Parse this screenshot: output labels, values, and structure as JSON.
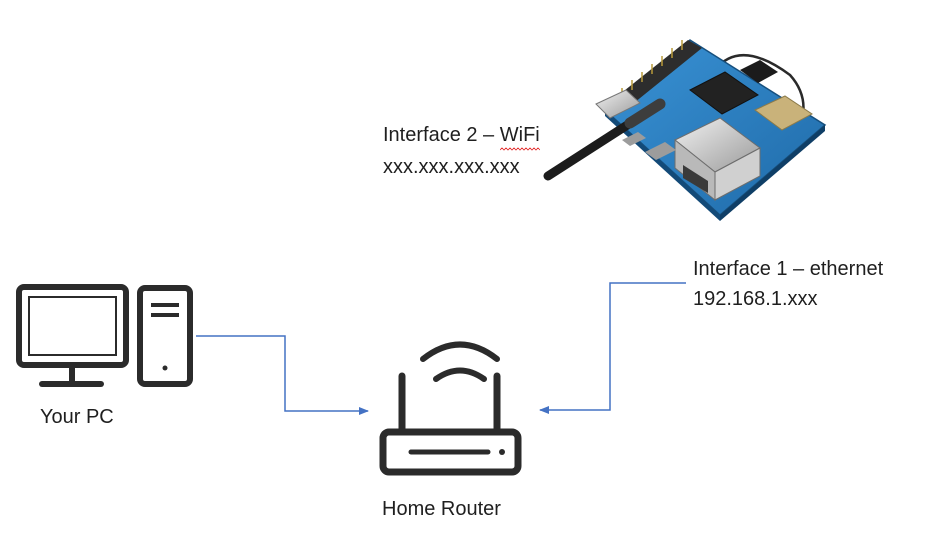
{
  "nodes": {
    "wifi_interface": {
      "title_prefix": "Interface 2 – ",
      "title_word": "WiFi",
      "address": "xxx.xxx.xxx.xxx"
    },
    "ethernet_interface": {
      "title": "Interface 1 – ethernet",
      "address": "192.168.1.xxx"
    },
    "pc": {
      "label": "Your PC"
    },
    "router": {
      "label": "Home Router"
    }
  },
  "colors": {
    "connector": "#4472c4",
    "icon": "#2b2b2b",
    "board": "#2c7fc1",
    "spellcheck": "#e02020"
  },
  "icons": {
    "pc": "desktop-computer-icon",
    "router": "wifi-router-icon",
    "board": "single-board-computer-image"
  }
}
